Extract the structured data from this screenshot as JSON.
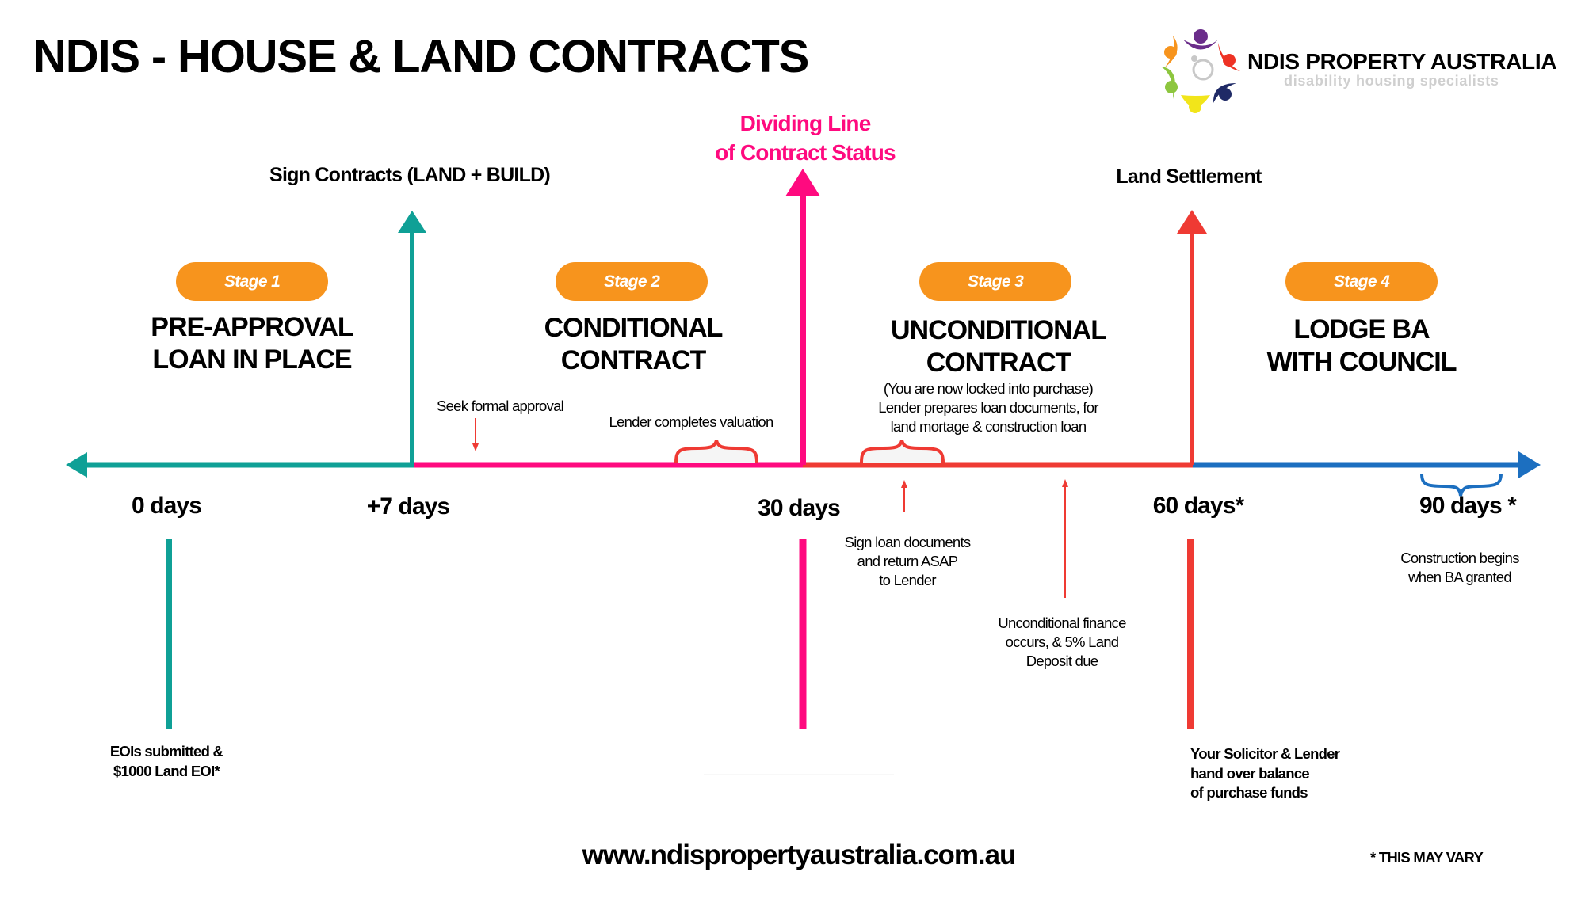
{
  "title": "NDIS - HOUSE & LAND CONTRACTS",
  "logo": {
    "name": "NDIS PROPERTY AUSTRALIA",
    "tagline": "disability housing specialists"
  },
  "colors": {
    "teal": "#0fa096",
    "pink": "#ff0a7f",
    "red": "#ef3a33",
    "blue": "#1c6fc0",
    "orange": "#f7941d"
  },
  "milestones_top": {
    "sign_contracts": "Sign Contracts (LAND + BUILD)",
    "dividing_line": [
      "Dividing Line",
      "of Contract Status"
    ],
    "land_settlement": "Land Settlement"
  },
  "stages": [
    {
      "label": "Stage 1",
      "heading": [
        "PRE-APPROVAL",
        "LOAN IN PLACE"
      ]
    },
    {
      "label": "Stage 2",
      "heading": [
        "CONDITIONAL",
        "CONTRACT"
      ]
    },
    {
      "label": "Stage 3",
      "heading": [
        "UNCONDITIONAL",
        "CONTRACT"
      ],
      "notes": [
        "(You are now locked into purchase)",
        "Lender prepares loan documents, for",
        "land mortage & construction loan"
      ]
    },
    {
      "label": "Stage 4",
      "heading": [
        "LODGE BA",
        "WITH COUNCIL"
      ]
    }
  ],
  "annotations": {
    "seek_approval": "Seek formal approval",
    "valuation": "Lender completes valuation",
    "sign_loan": [
      "Sign loan documents",
      "and return ASAP",
      "to Lender"
    ],
    "unconditional_finance": [
      "Unconditional finance",
      "occurs, & 5% Land",
      "Deposit due"
    ],
    "construction": [
      "Construction begins",
      "when BA granted"
    ],
    "eoi": [
      "EOIs submitted &",
      "$1000 Land EOI*"
    ],
    "solicitor": [
      "Your Solicitor & Lender",
      "hand over balance",
      "of purchase funds"
    ]
  },
  "days": [
    "0 days",
    "+7 days",
    "30 days",
    "60 days*",
    "90 days *"
  ],
  "footer": {
    "url": "www.ndispropertyaustralia.com.au",
    "disclaimer": "* THIS MAY VARY"
  }
}
